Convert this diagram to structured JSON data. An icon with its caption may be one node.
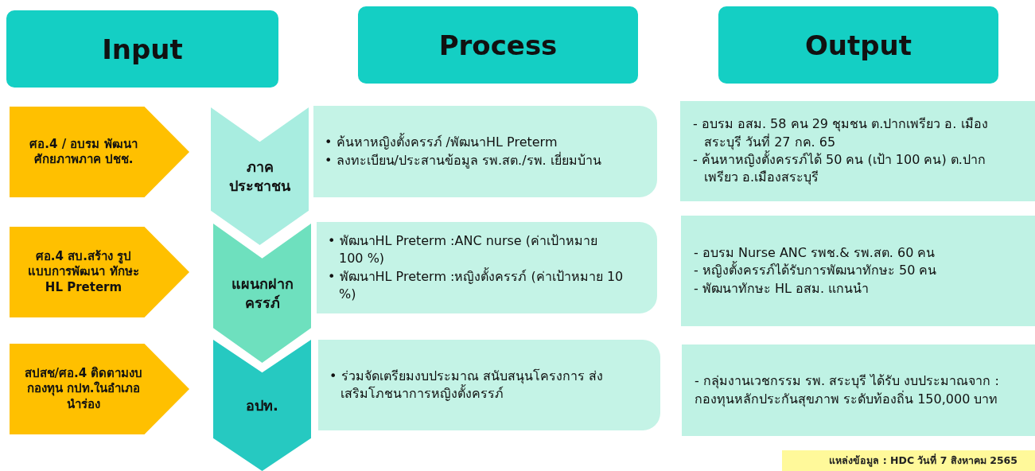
{
  "diagram": {
    "nodes": [
      {
        "text": [
          "Input"
        ]
      },
      {
        "text": [
          "Process"
        ]
      },
      {
        "text": [
          "Output"
        ]
      },
      {
        "text": [
          "ศอ.4 / อบรม พัฒนาศักยภาพภาค ปชช."
        ]
      },
      {
        "text": [
          "ศอ.4 สบ.สร้าง รูปแบบการพัฒนา ทักษะ HL Preterm"
        ]
      },
      {
        "text": [
          "สปสช/ศอ.4 ติดตามงบกองทุน กปท.ในอำเภอ นำร่อง"
        ]
      },
      {
        "text": [
          "ภาค ประชาชน"
        ]
      },
      {
        "text": [
          "แผนกฝากครรภ์"
        ]
      },
      {
        "text": [
          "อปท."
        ]
      },
      {
        "text": [
          "• ค้นหาหญิงตั้งครรภ์ /พัฒนาHL Preterm",
          "• ลงทะเบียน/ประสานข้อมูล รพ.สต./รพ. เยี่ยมบ้าน"
        ]
      },
      {
        "text": [
          "• พัฒนาHL Preterm :ANC nurse (ค่าเป้าหมาย 100 %)",
          "• พัฒนาHL Preterm :หญิงตั้งครรภ์ (ค่าเป้าหมาย 10 %)"
        ]
      },
      {
        "text": [
          "• ร่วมจัดเตรียมงบประมาณ สนับสนุนโครงการ ส่งเสริมโภชนาการหญิงตั้งครรภ์"
        ]
      },
      {
        "text": [
          "- อบรม อสม. 58 คน 29 ชุมชน ต.ปากเพรียว อ. เมืองสระบุรี วันที่ 27 กค. 65",
          "- ค้นหาหญิงตั้งครรภ์ได้ 50 คน (เป้า 100 คน) ต.ปากเพรียว อ.เมืองสระบุรี"
        ]
      },
      {
        "text": [
          "- อบรม Nurse ANC รพช.& รพ.สต. 60 คน",
          "- หญิงตั้งครรภ์ได้รับการพัฒนาทักษะ 50 คน",
          "- พัฒนาทักษะ HL อสม. แกนนำ"
        ]
      },
      {
        "text": [
          "- กลุ่มงานเวชกรรม รพ. สระบุรี ได้รับ งบประมาณจาก : กองทุนหลักประกันสุขภาพ ระดับท้องถิ่น 150,000 บาท"
        ]
      }
    ],
    "labels": [
      "แหล่งข้อมูล : HDC วันที่ 7 สิงหาคม 2565"
    ]
  }
}
